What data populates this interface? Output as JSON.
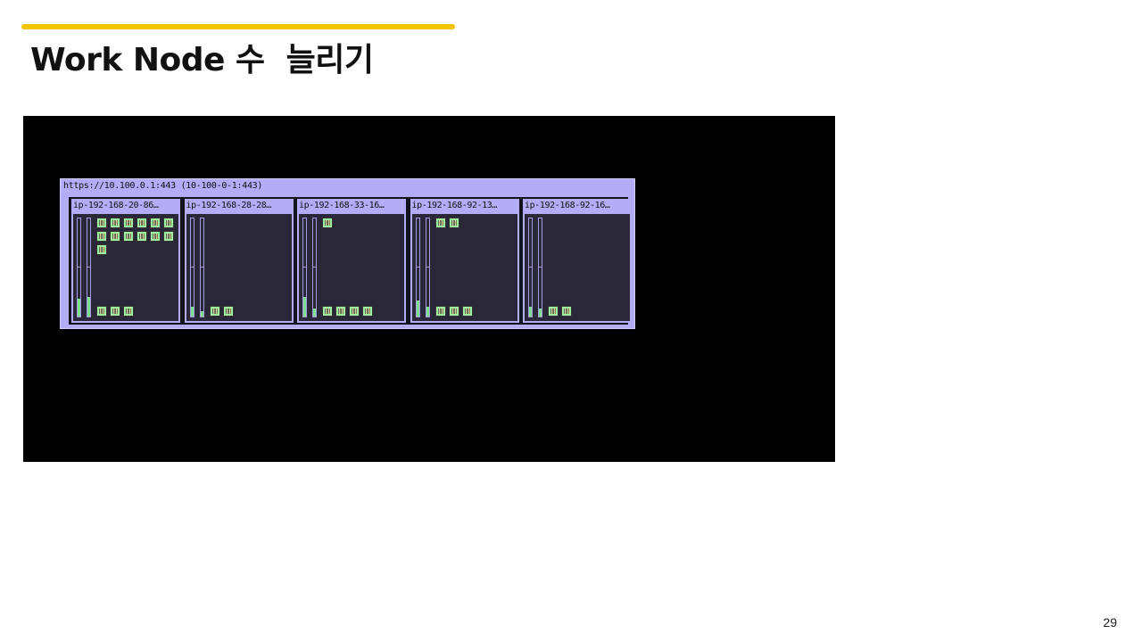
{
  "slide": {
    "title": "Work Node 수  늘리기",
    "page_number": "29",
    "accent_color": "#f5c400"
  },
  "terminal": {
    "cluster_label": "https://10.100.0.1:443 (10-100-0-1:443)",
    "nodes": [
      {
        "name": "ip-192-168-20-86…",
        "cpu_usage": 0.18,
        "mem_usage": 0.2,
        "pods": 13,
        "system_pods": 3
      },
      {
        "name": "ip-192-168-28-28…",
        "cpu_usage": 0.1,
        "mem_usage": 0.05,
        "pods": 0,
        "system_pods": 2
      },
      {
        "name": "ip-192-168-33-16…",
        "cpu_usage": 0.2,
        "mem_usage": 0.08,
        "pods": 1,
        "system_pods": 4
      },
      {
        "name": "ip-192-168-92-13…",
        "cpu_usage": 0.16,
        "mem_usage": 0.1,
        "pods": 2,
        "system_pods": 3
      },
      {
        "name": "ip-192-168-92-16…",
        "cpu_usage": 0.1,
        "mem_usage": 0.08,
        "pods": 0,
        "system_pods": 2
      }
    ]
  }
}
